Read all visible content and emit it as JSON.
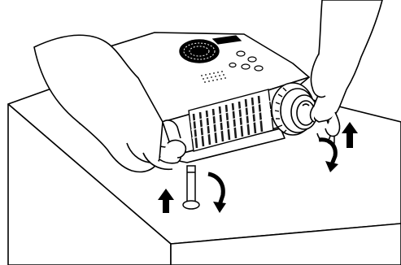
{
  "diagram": {
    "subject": "projector",
    "components": [
      "table",
      "projector-body",
      "top-speaker-grille",
      "control-panel",
      "lens",
      "front-vent-grille",
      "front-foot",
      "left-hand",
      "right-hand"
    ],
    "arrows": [
      {
        "name": "front-foot-up-arrow",
        "kind": "straight",
        "direction": "up"
      },
      {
        "name": "front-foot-rotate-arrow",
        "kind": "curved",
        "direction": "clockwise-down"
      },
      {
        "name": "rear-foot-up-arrow",
        "kind": "straight",
        "direction": "up"
      },
      {
        "name": "rear-foot-rotate-arrow",
        "kind": "curved",
        "direction": "clockwise-down"
      }
    ],
    "colors": {
      "line": "#000000",
      "fill": "#ffffff",
      "vent": "#1a1a1a"
    }
  }
}
